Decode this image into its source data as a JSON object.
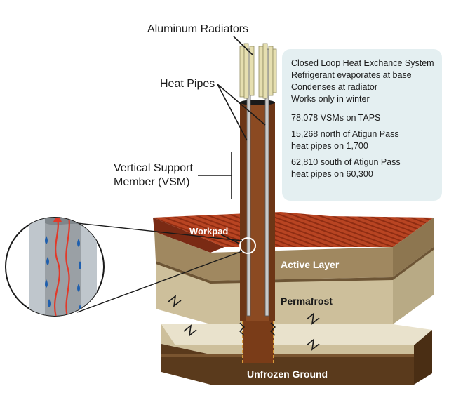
{
  "labels": {
    "aluminum_radiators": "Aluminum Radiators",
    "heat_pipes": "Heat Pipes",
    "vsm_line1": "Vertical Support",
    "vsm_line2": "Member (VSM)",
    "workpad": "Workpad",
    "active_layer": "Active Layer",
    "permafrost": "Permafrost",
    "unfrozen_ground": "Unfrozen Ground"
  },
  "info_box": {
    "line1": "Closed Loop Heat Exchance System",
    "line2": "Refrigerant evaporates at base",
    "line3": "Condenses at radiator",
    "line4": "Works only in winter",
    "line5": "78,078 VSMs on TAPS",
    "line6": "15,268 north of Atigun Pass",
    "line7": "heat pipes on 1,700",
    "line8": "62,810 south of Atigun Pass",
    "line9": "heat pipes on 60,300"
  },
  "colors": {
    "vsm_pipe": "#8b4a22",
    "radiator_fins": "#e6dfb0",
    "heat_arrows": "#e23a2a",
    "condensate_drops": "#1f5fae",
    "workpad_red": "#b6401f",
    "active_layer": "#a08860",
    "permafrost": "#cdbf9b",
    "unfrozen_ground": "#5a3a1c",
    "info_box_bg": "#e4eff1"
  }
}
